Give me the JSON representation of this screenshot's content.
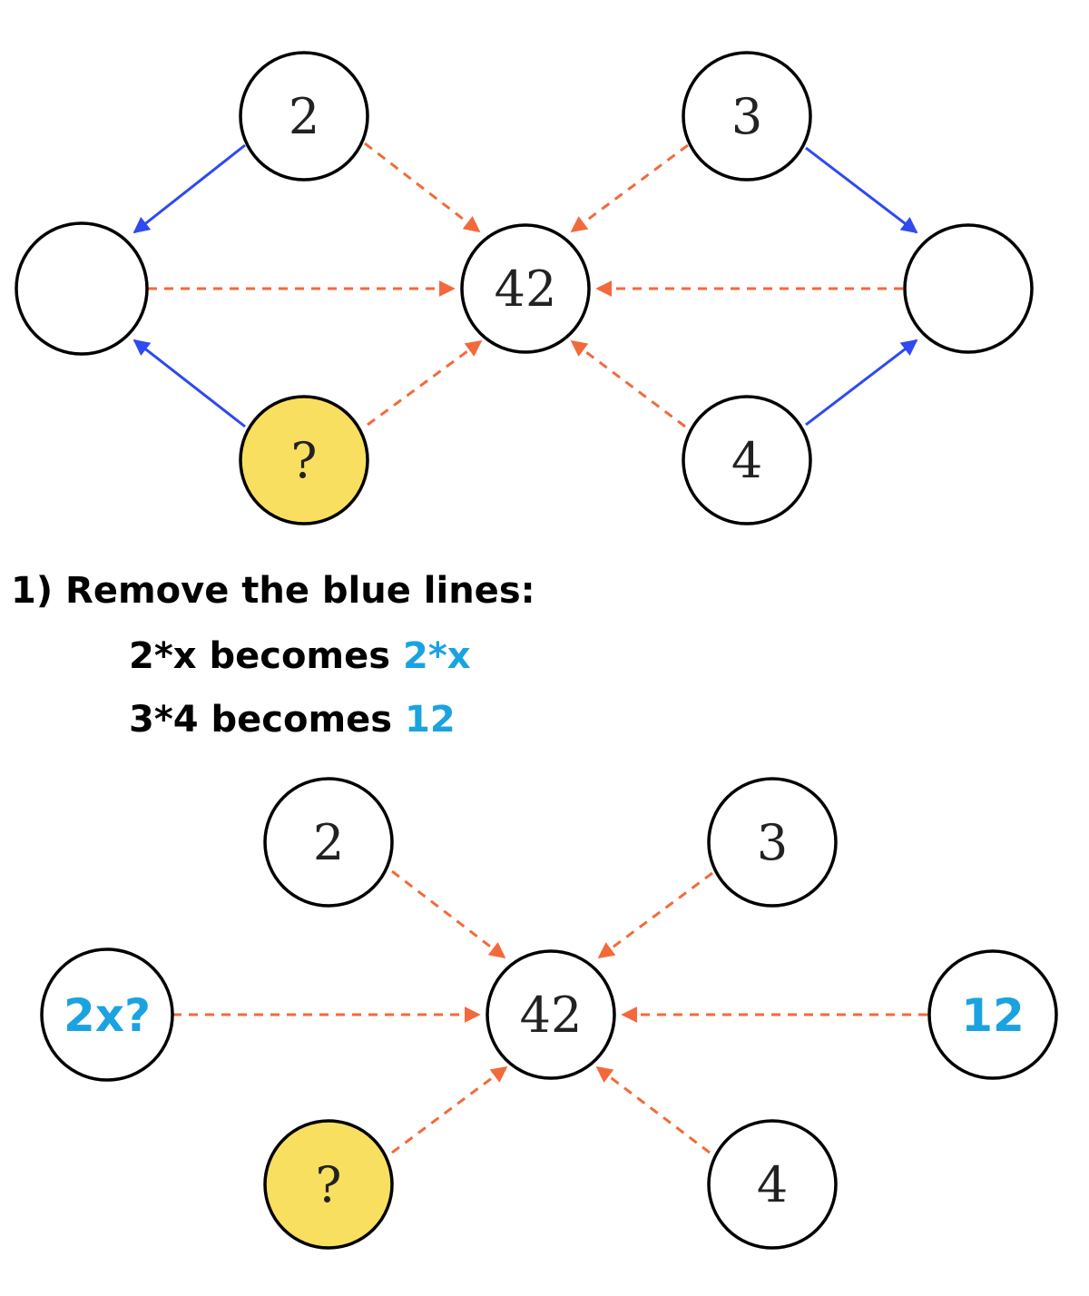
{
  "colors": {
    "edge_dashed": "#f26a3b",
    "edge_solid": "#2e4af0",
    "highlight_fill": "#f9df5f",
    "result_text": "#1aa3e0"
  },
  "diagram_top": {
    "nodes": {
      "top_left": "2",
      "top_right": "3",
      "center": "42",
      "left": "",
      "right": "",
      "bottom_left": "?",
      "bottom_right": "4"
    }
  },
  "step": {
    "title": "1) Remove the blue lines:",
    "lines": [
      {
        "expr": "2*x becomes",
        "result": "2*x"
      },
      {
        "expr": "3*4 becomes",
        "result": "12"
      }
    ]
  },
  "diagram_bottom": {
    "nodes": {
      "top_left": "2",
      "top_right": "3",
      "center": "42",
      "left": "2x?",
      "right": "12",
      "bottom_left": "?",
      "bottom_right": "4"
    }
  }
}
